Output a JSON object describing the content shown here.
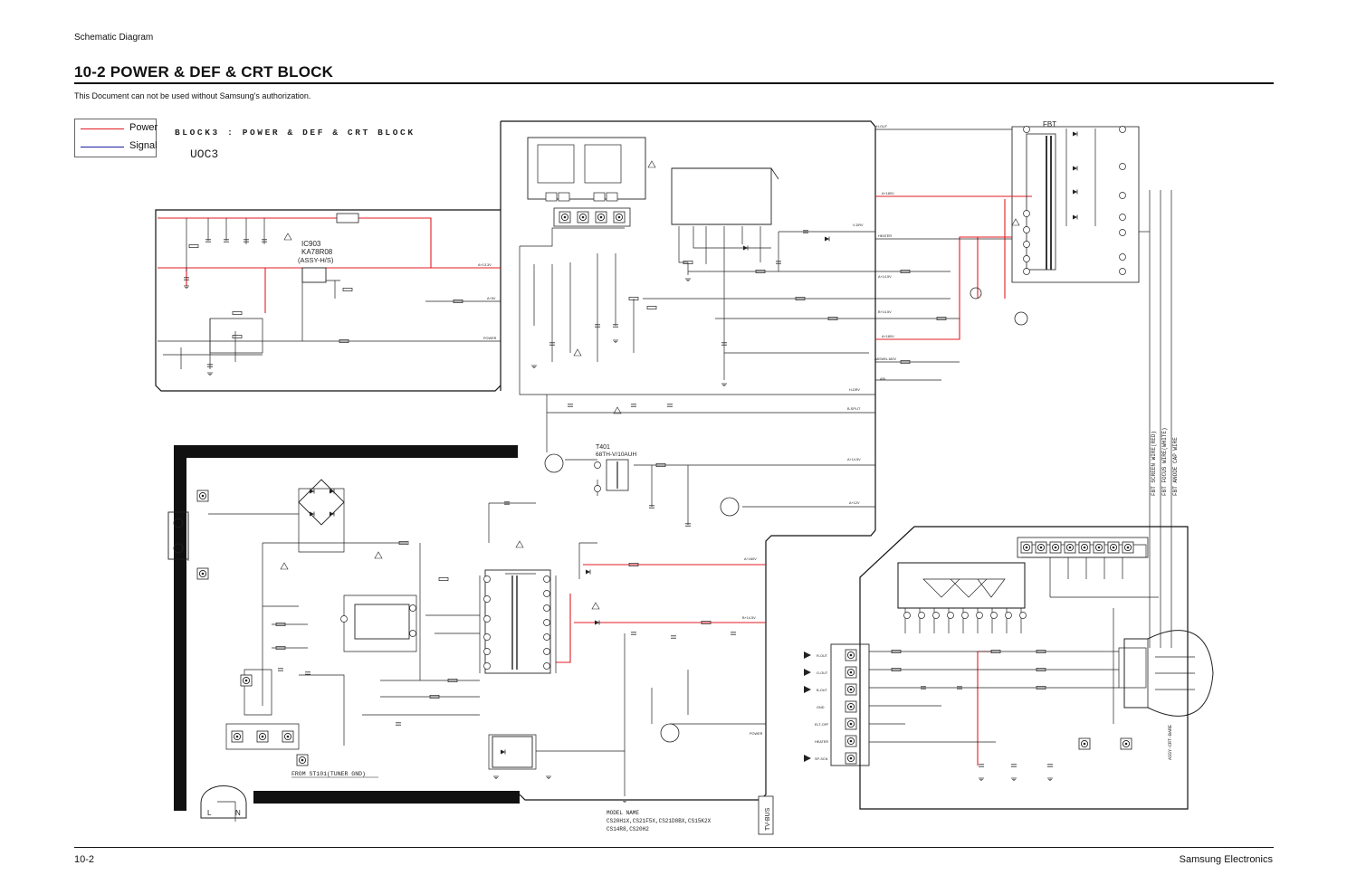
{
  "header": {
    "section": "Schematic Diagram",
    "title": "10-2 POWER & DEF & CRT BLOCK",
    "note": "This Document can not be used without Samsung's authorization."
  },
  "legend": {
    "power_label": "Power",
    "signal_label": "Signal",
    "power_color": "#e31b23",
    "signal_color": "#1a1aa6"
  },
  "schematic": {
    "block_title": "BLOCK3 : POWER & DEF & CRT BLOCK",
    "chassis": "UOC3",
    "ic_ref": "IC903",
    "ic_part": "KA78R08",
    "ic_assy": "(ASSY-H/S)",
    "t401_ref": "T401",
    "t401_label": "68TH-V/10AUH",
    "fbt_label": "FBT",
    "from_tuner": "FROM ST101(TUNER GND)",
    "tv_bus": "TV-BUS",
    "fbt_wires": [
      "FBT SCREEN WIRE(RED)",
      "FBT FOCUS WIRE(WHITE)",
      "FBT ANODE CAP WIRE"
    ],
    "crt_assy": "ASSY-CRT-BARE",
    "model_label": "MODEL NAME",
    "model_line1": "CS20H1X,CS21F5X,CS21D8BX,CS15K2X",
    "model_line2": "CS14R8,CS20H2",
    "plug_l": "L",
    "plug_n": "N",
    "io_labels": [
      "R-OUT",
      "G-OUT",
      "B-OUT",
      "GND",
      "ELT-OFF",
      "HEATER",
      "SP-SCN"
    ],
    "rail_labels": [
      "H-OUT",
      "A+180V",
      "HEATER",
      "A+14.5V",
      "B+14.5V",
      "A+180V",
      "ABSWN-180V",
      "ABL",
      "H-DRV",
      "B-SPLIT",
      "A+14.5V",
      "A+12V",
      "A+180V",
      "B+14.5V",
      "POWER",
      "A+13.3V",
      "A+5V",
      "POWER",
      "V-DRV"
    ]
  },
  "footer": {
    "page": "10-2",
    "company": "Samsung Electronics"
  }
}
